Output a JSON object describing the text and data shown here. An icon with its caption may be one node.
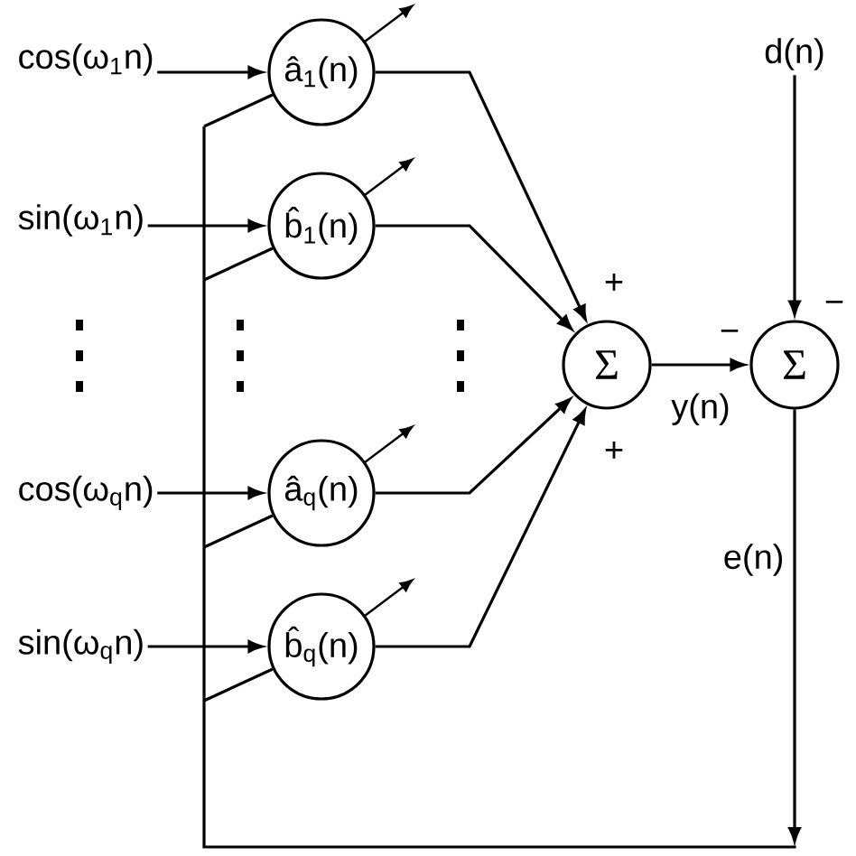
{
  "diagram": {
    "nodes": [
      {
        "text": [
          "cos(ω$_{1}$n)"
        ]
      },
      {
        "text": [
          "â$_{1}$(n)"
        ]
      },
      {
        "text": [
          "sin(ω$_{1}$n)"
        ]
      },
      {
        "text": [
          "b̂$_{1}$(n)"
        ]
      },
      {
        "text": [
          "cos(ω$_{q}$n)"
        ]
      },
      {
        "text": [
          "â$_{q}$(n)"
        ]
      },
      {
        "text": [
          "sin(ω$_{q}$n)"
        ]
      },
      {
        "text": [
          "b̂$_{q}$(n)"
        ]
      },
      {
        "text": [
          "Σ"
        ]
      },
      {
        "text": [
          "d(n)"
        ]
      },
      {
        "text": [
          "Σ"
        ]
      }
    ],
    "edges": [
      {
        "from": 0,
        "to": 1,
        "arrow": "to"
      },
      {
        "from": 2,
        "to": 3,
        "arrow": "to"
      },
      {
        "from": 4,
        "to": 5,
        "arrow": "to"
      },
      {
        "from": 6,
        "to": 7,
        "arrow": "to"
      },
      {
        "from": 1,
        "to": 8,
        "arrow": "to"
      },
      {
        "from": 3,
        "to": 8,
        "arrow": "to"
      },
      {
        "from": 5,
        "to": 8,
        "arrow": "to"
      },
      {
        "from": 7,
        "to": 8,
        "arrow": "to"
      },
      {
        "from": 8,
        "to": 10,
        "arrow": "to",
        "label": "y(n)"
      },
      {
        "from": 9,
        "to": 10,
        "arrow": "to"
      },
      {
        "from": 10,
        "to": null,
        "arrow": "to",
        "label": "e(n)"
      },
      {
        "from": null,
        "to": 1,
        "arrow": "none"
      },
      {
        "from": null,
        "to": 3,
        "arrow": "none"
      },
      {
        "from": null,
        "to": 5,
        "arrow": "none"
      },
      {
        "from": null,
        "to": 7,
        "arrow": "none"
      }
    ],
    "labels": [
      "+",
      "+",
      "−",
      "−"
    ]
  }
}
